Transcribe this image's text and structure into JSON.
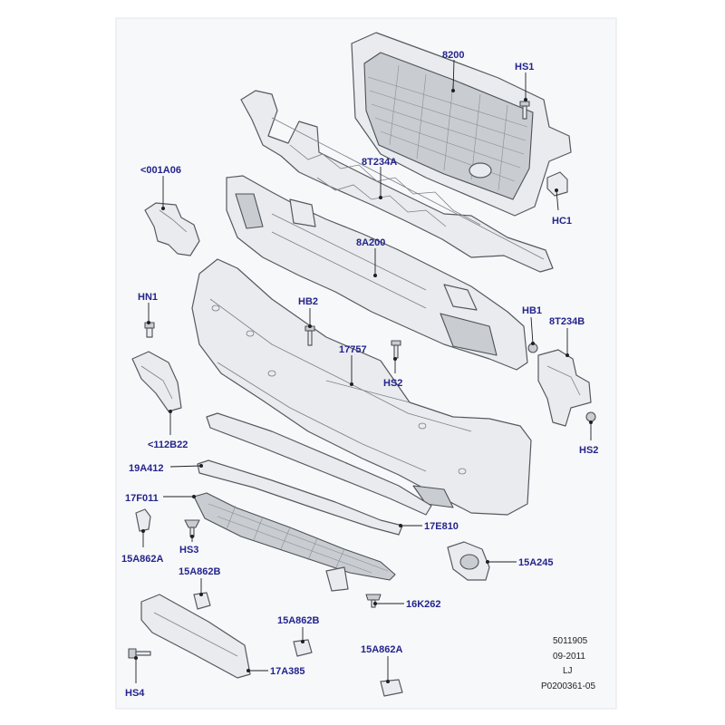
{
  "labels": {
    "grille": "8200",
    "hs1": "HS1",
    "bracket_upper": "8T234A",
    "hc1": "HC1",
    "duct": "<001A06",
    "beam": "8A200",
    "hn1": "HN1",
    "hb2": "HB2",
    "bumper": "17757",
    "hb1": "HB1",
    "bracket_side": "8T234B",
    "hs2_center": "HS2",
    "hs2_right": "HS2",
    "side_bracket": "<112B22",
    "strip": "19A412",
    "lower_grille": "17F011",
    "finisher": "17E810",
    "clip_left": "15A862A",
    "hs3": "HS3",
    "fog_bezel": "15A245",
    "clip_center": "15A862B",
    "pin": "16K262",
    "clip_low": "15A862B",
    "plate": "17A385",
    "clip_bottom": "15A862A",
    "hs4": "HS4"
  },
  "meta": {
    "id": "5011905",
    "date": "09-2011",
    "author": "LJ",
    "ref": "P0200361-05"
  }
}
